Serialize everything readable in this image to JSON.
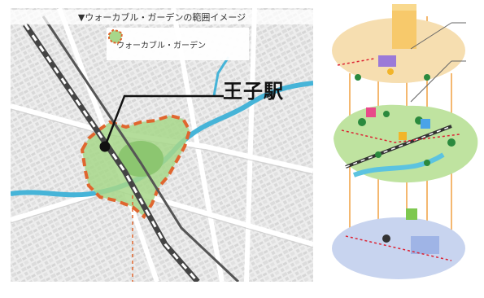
{
  "map": {
    "caption": "▼ウォーカブル・ガーデンの範囲イメージ",
    "legend_label": "ウォーカブル・ガーデン",
    "station_label": "王子駅"
  },
  "colors": {
    "zone_fill": "#a7d78a",
    "zone_border": "#e0662f",
    "river": "#46b4d8",
    "railway": "#555555"
  },
  "diagram": {
    "layers": [
      "buildings-layer",
      "green-network-layer",
      "ground-plan-layer"
    ]
  }
}
